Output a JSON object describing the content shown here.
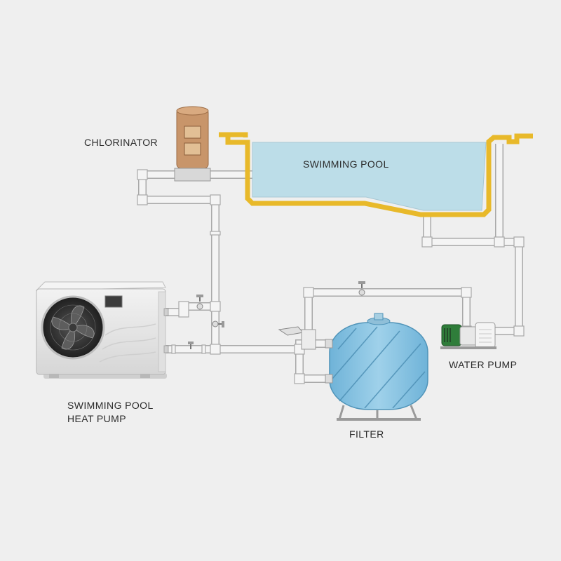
{
  "labels": {
    "chlorinator": "CHLORINATOR",
    "swimming_pool": "SWIMMING POOL",
    "heat_pump_line1": "SWIMMING POOL",
    "heat_pump_line2": "HEAT PUMP",
    "water_pump": "WATER PUMP",
    "filter": "FILTER"
  },
  "colors": {
    "background": "#efefef",
    "pipe": "#f4f4f4",
    "pipe_outline": "#a9a9a9",
    "pool_water": "#bcdde8",
    "pool_wall": "#e8b92a",
    "chlorinator": "#c8956a",
    "filter_tank": "#8ac6e6",
    "heat_pump_body": "#e6e6e6",
    "pump_motor": "#2f7d3a"
  }
}
